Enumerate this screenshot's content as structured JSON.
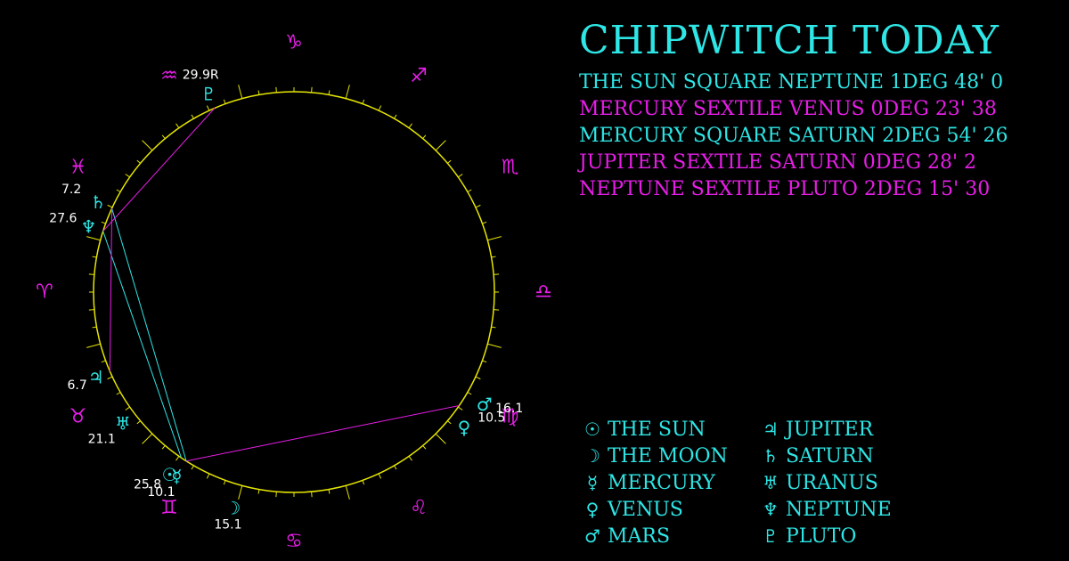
{
  "header": {
    "title": "CHIPWITCH TODAY"
  },
  "colors": {
    "cyan": "#2ee6e6",
    "magenta": "#e81ee8",
    "ring": "#e6e600",
    "background": "#000000"
  },
  "aspects": [
    {
      "text": "THE SUN SQUARE NEPTUNE 1DEG 48' 0",
      "color": "#2ee6e6"
    },
    {
      "text": "MERCURY SEXTILE VENUS 0DEG 23' 38",
      "color": "#e81ee8"
    },
    {
      "text": "MERCURY SQUARE SATURN 2DEG 54' 26",
      "color": "#2ee6e6"
    },
    {
      "text": "JUPITER SEXTILE SATURN 0DEG 28' 2",
      "color": "#e81ee8"
    },
    {
      "text": "NEPTUNE SEXTILE PLUTO 2DEG 15' 30",
      "color": "#e81ee8"
    }
  ],
  "legend": {
    "col1": [
      {
        "symbol": "☉",
        "label": "THE SUN"
      },
      {
        "symbol": "☽",
        "label": "THE MOON"
      },
      {
        "symbol": "☿",
        "label": "MERCURY"
      },
      {
        "symbol": "♀",
        "label": "VENUS"
      },
      {
        "symbol": "♂",
        "label": "MARS"
      }
    ],
    "col2": [
      {
        "symbol": "♃",
        "label": "JUPITER"
      },
      {
        "symbol": "♄",
        "label": "SATURN"
      },
      {
        "symbol": "♅",
        "label": "URANUS"
      },
      {
        "symbol": "♆",
        "label": "NEPTUNE"
      },
      {
        "symbol": "♇",
        "label": "PLUTO"
      }
    ]
  },
  "wheel": {
    "signs": [
      {
        "name": "aries",
        "symbol": "♈",
        "angle": 180
      },
      {
        "name": "taurus",
        "symbol": "♉",
        "angle": 210
      },
      {
        "name": "gemini",
        "symbol": "♊",
        "angle": 240
      },
      {
        "name": "cancer",
        "symbol": "♋",
        "angle": 270
      },
      {
        "name": "leo",
        "symbol": "♌",
        "angle": 300
      },
      {
        "name": "virgo",
        "symbol": "♍",
        "angle": 330
      },
      {
        "name": "libra",
        "symbol": "♎",
        "angle": 0
      },
      {
        "name": "scorpio",
        "symbol": "♏",
        "angle": 30
      },
      {
        "name": "sagittarius",
        "symbol": "♐",
        "angle": 60
      },
      {
        "name": "capricorn",
        "symbol": "♑",
        "angle": 90
      },
      {
        "name": "aquarius",
        "symbol": "♒",
        "angle": 120
      },
      {
        "name": "pisces",
        "symbol": "♓",
        "angle": 150
      }
    ],
    "planets": [
      {
        "name": "sun",
        "symbol": "☉",
        "angle": 235.8,
        "degree": "25.8"
      },
      {
        "name": "moon",
        "symbol": "☽",
        "angle": 254.2,
        "degree": "15.1"
      },
      {
        "name": "mercury",
        "symbol": "☿",
        "angle": 237.5,
        "degree": "10.1"
      },
      {
        "name": "venus",
        "symbol": "♀",
        "angle": 325.5,
        "degree": "10.5"
      },
      {
        "name": "mars",
        "symbol": "♂",
        "angle": 325.5,
        "degree": "16.1"
      },
      {
        "name": "jupiter",
        "symbol": "♃",
        "angle": 203.3,
        "degree": "6.7"
      },
      {
        "name": "saturn",
        "symbol": "♄",
        "angle": 155.3,
        "degree": "7.2"
      },
      {
        "name": "uranus",
        "symbol": "♅",
        "angle": 217.5,
        "degree": "21.1"
      },
      {
        "name": "neptune",
        "symbol": "♆",
        "angle": 162.3,
        "degree": "27.6"
      },
      {
        "name": "pluto",
        "symbol": "♇",
        "angle": 113.3,
        "degree": "29.9R"
      }
    ],
    "aspect_lines": [
      {
        "from": "sun",
        "to": "neptune",
        "color": "#2ee6e6"
      },
      {
        "from": "mercury",
        "to": "venus",
        "color": "#e81ee8"
      },
      {
        "from": "mercury",
        "to": "saturn",
        "color": "#2ee6e6"
      },
      {
        "from": "jupiter",
        "to": "saturn",
        "color": "#e81ee8"
      },
      {
        "from": "neptune",
        "to": "pluto",
        "color": "#e81ee8"
      }
    ]
  }
}
